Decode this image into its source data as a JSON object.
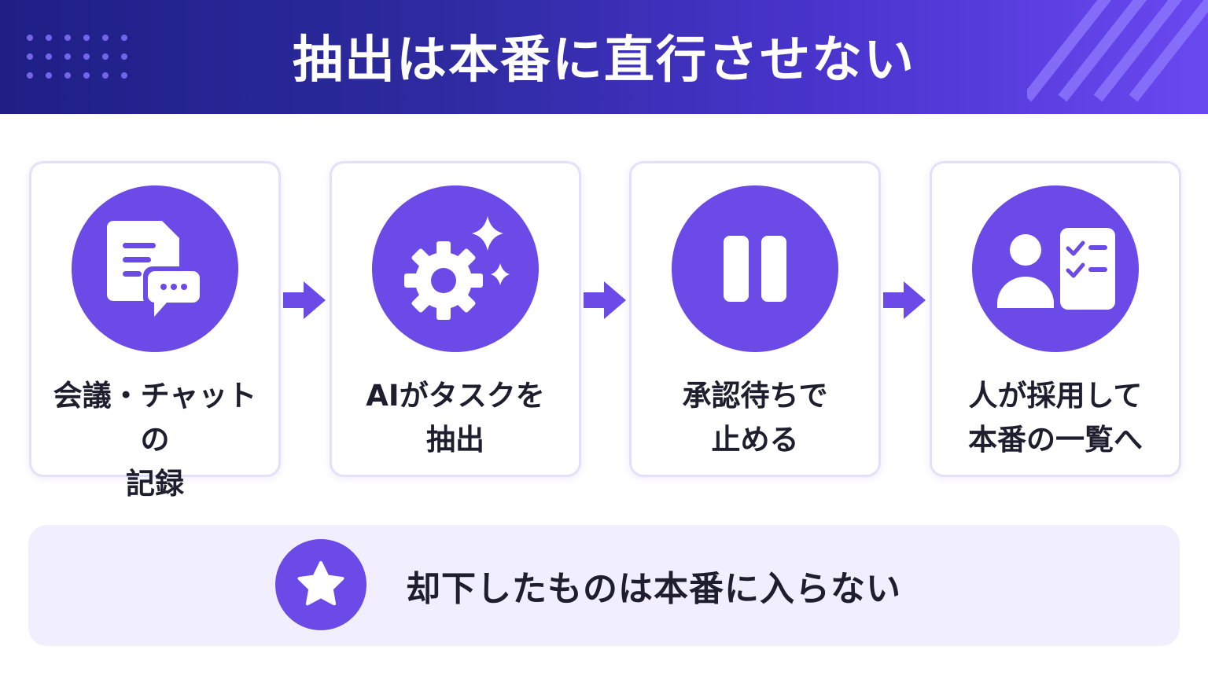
{
  "header": {
    "title": "抽出は本番に直行させない"
  },
  "steps": [
    {
      "label": "会議・チャットの\n記録",
      "icon": "document-chat-icon"
    },
    {
      "label": "AIがタスクを\n抽出",
      "icon": "gear-sparkle-icon"
    },
    {
      "label": "承認待ちで\n止める",
      "icon": "pause-icon"
    },
    {
      "label": "人が採用して\n本番の一覧へ",
      "icon": "person-checklist-icon"
    }
  ],
  "footer": {
    "text": "却下したものは本番に入らない",
    "icon": "star-icon"
  },
  "colors": {
    "accent": "#6c4ae8",
    "header_start": "#1f1f86",
    "header_end": "#6a48f0",
    "card_border": "#e4e0fa",
    "footer_bg": "#f1eefd",
    "text": "#1e1e2e"
  }
}
